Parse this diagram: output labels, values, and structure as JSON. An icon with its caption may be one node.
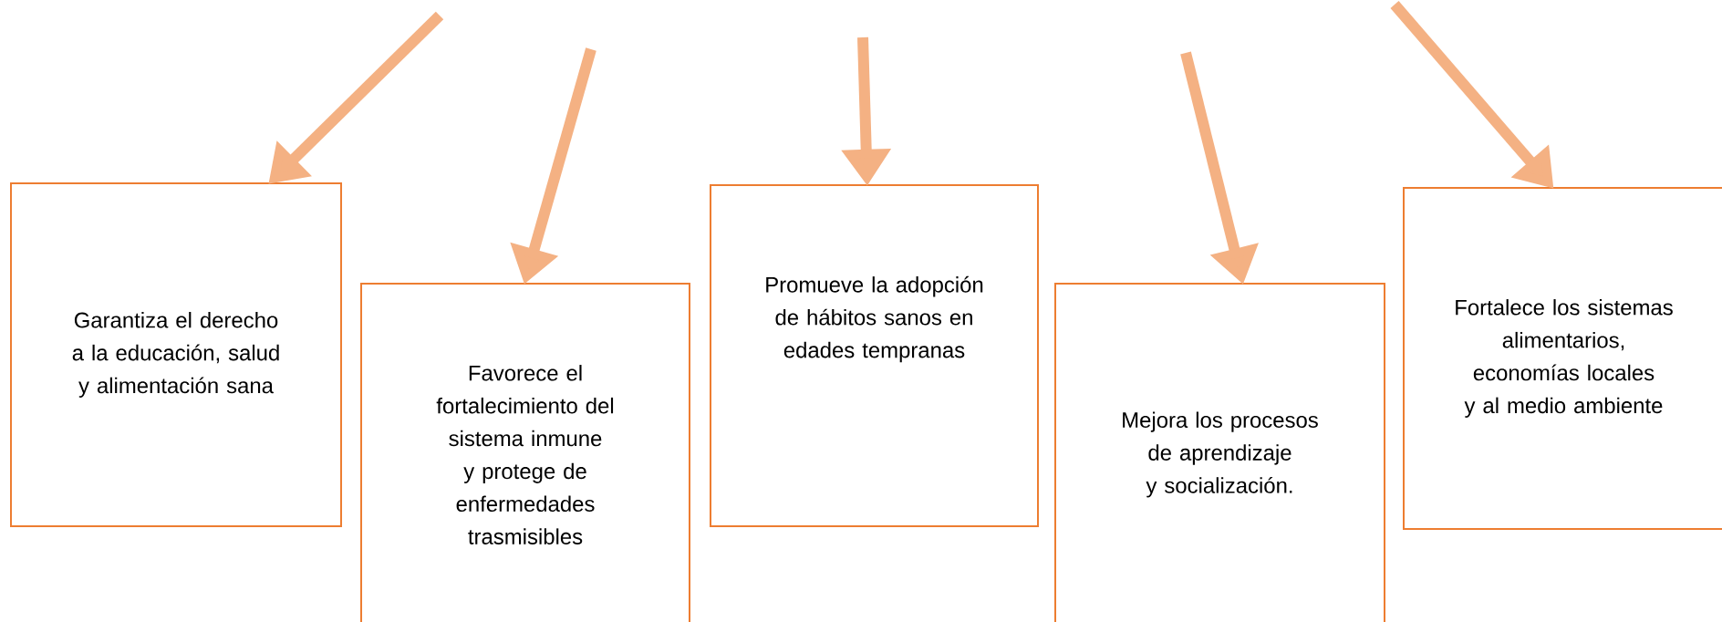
{
  "diagram": {
    "nodes": [
      {
        "text": [
          "Garantiza el derecho a la educación, salud y alimentación sana"
        ]
      },
      {
        "text": [
          "Favorece el fortalecimiento del sistema inmune y protege de enfermedades trasmisibles"
        ]
      },
      {
        "text": [
          "Promueve la adopción de hábitos sanos en edades tempranas"
        ]
      },
      {
        "text": [
          "Mejora los procesos de aprendizaje y socialización."
        ]
      },
      {
        "text": [
          "Fortalece los sistemas alimentarios, economías locales  y al medio ambiente"
        ]
      }
    ],
    "edges": [
      {
        "from": null,
        "to": 0,
        "arrow": "to"
      },
      {
        "from": null,
        "to": 1,
        "arrow": "to"
      },
      {
        "from": null,
        "to": 2,
        "arrow": "to"
      },
      {
        "from": null,
        "to": 3,
        "arrow": "to"
      },
      {
        "from": null,
        "to": 4,
        "arrow": "to"
      }
    ]
  }
}
